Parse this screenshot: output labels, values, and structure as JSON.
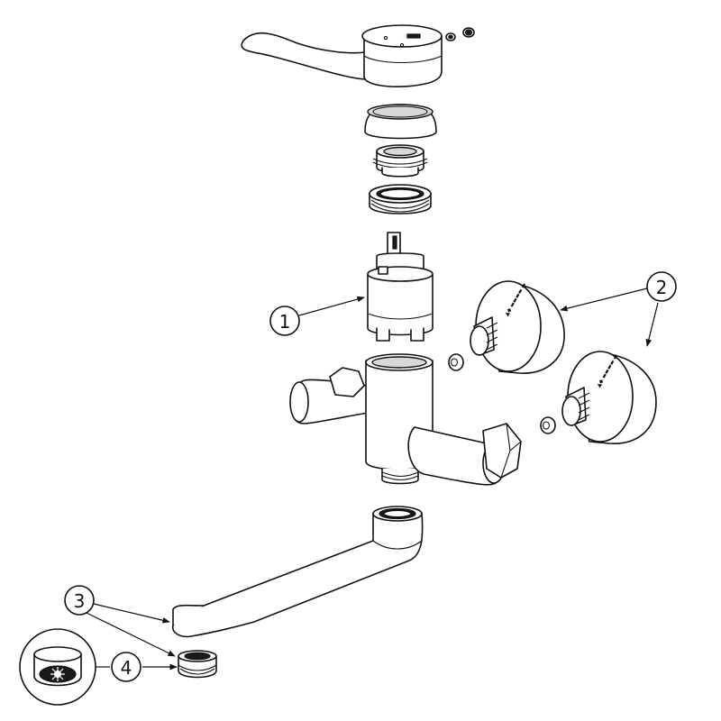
{
  "diagram": {
    "callouts": [
      {
        "id": "c1",
        "label": "1"
      },
      {
        "id": "c2",
        "label": "2"
      },
      {
        "id": "c3",
        "label": "3"
      },
      {
        "id": "c4",
        "label": "4"
      }
    ]
  },
  "colors": {
    "line": "#111111",
    "background": "#ffffff",
    "fill_dark": "#1a1a1a",
    "fill_light": "#d8d8d8"
  }
}
